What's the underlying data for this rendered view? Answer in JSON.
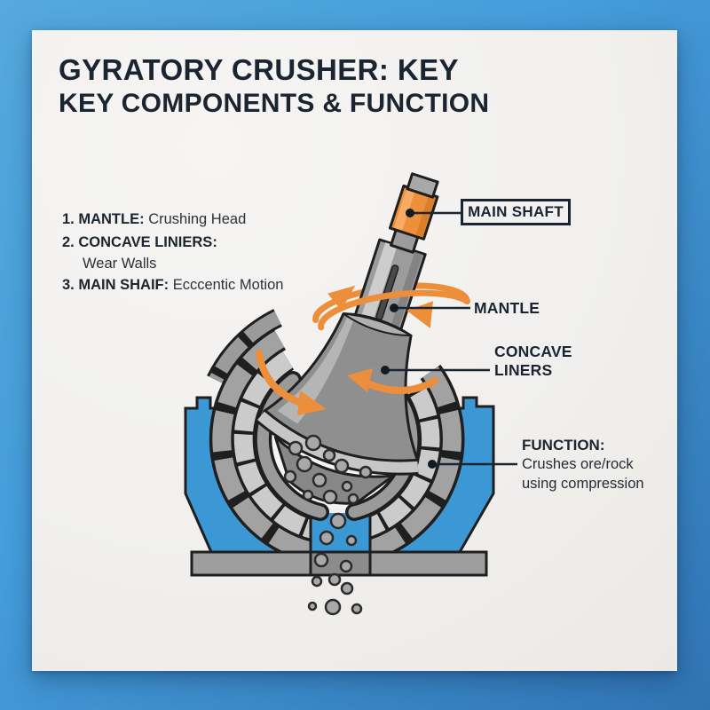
{
  "title": {
    "line1": "GYRATORY CRUSHER: KEY",
    "line2": "KEY COMPONENTS & FUNCTION"
  },
  "legend": {
    "items": [
      {
        "num": "1.",
        "term": "MANTLE:",
        "desc": "Crushing Head",
        "sub": ""
      },
      {
        "num": "2.",
        "term": "CONCAVE LINIERS:",
        "desc": "",
        "sub": "Wear Walls"
      },
      {
        "num": "3.",
        "term": "MAIN SHAIF:",
        "desc": "Ecccentic Motion",
        "sub": ""
      }
    ]
  },
  "callouts": {
    "main_shaft": {
      "label": "MAIN SHAFT"
    },
    "mantle": {
      "label": "MANTLE"
    },
    "concave_liners": {
      "line1": "CONCAVE",
      "line2": "LINERS"
    },
    "function": {
      "title": "FUNCTION:",
      "line1": "Crushes ore/rock",
      "line2": "using compression"
    }
  },
  "colors": {
    "accent_orange": "#EE8F3B",
    "housing_blue": "#3B98D5",
    "frame_blue_top": "#55A9DD",
    "frame_blue_bottom": "#3174B4",
    "ink": "#1B2531",
    "steel_gray": "#9C9C9C"
  }
}
